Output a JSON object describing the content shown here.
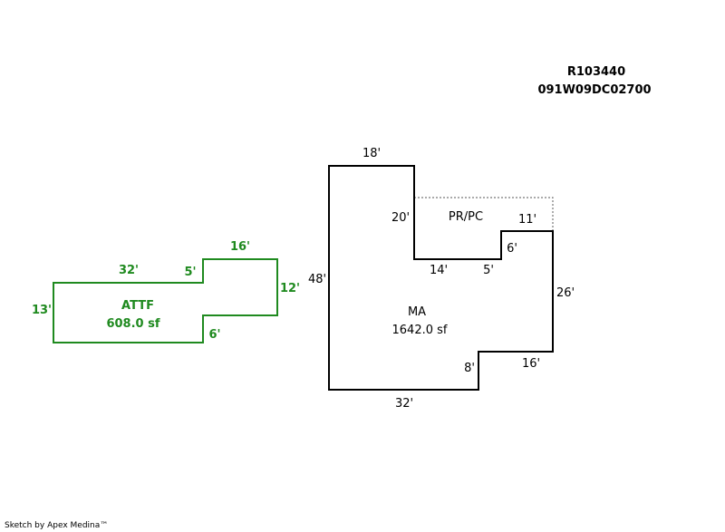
{
  "header": {
    "record_id": "R103440",
    "parcel_id": "091W09DC02700"
  },
  "colors": {
    "main": "#000000",
    "attached": "#1f8a1f",
    "porch_outline": "#777777"
  },
  "areas": {
    "ma": {
      "name": "MA",
      "area": "1642.0 sf",
      "dims": {
        "top": "18'",
        "left": "48'",
        "step_down": "20'",
        "inner_bottom": "14'",
        "notch_bottom": "5'",
        "notch_side": "6'",
        "notch_top": "11'",
        "right": "26'",
        "right_bottom": "16'",
        "step": "8'",
        "bottom": "32'"
      }
    },
    "porch": {
      "name": "PR/PC"
    },
    "attf": {
      "name": "ATTF",
      "area": "608.0 sf",
      "dims": {
        "top": "32'",
        "step": "5'",
        "upper_top": "16'",
        "right": "12'",
        "left": "13'",
        "lower_step": "6'"
      }
    }
  },
  "footer": {
    "credit": "Sketch by Apex Medina™"
  }
}
